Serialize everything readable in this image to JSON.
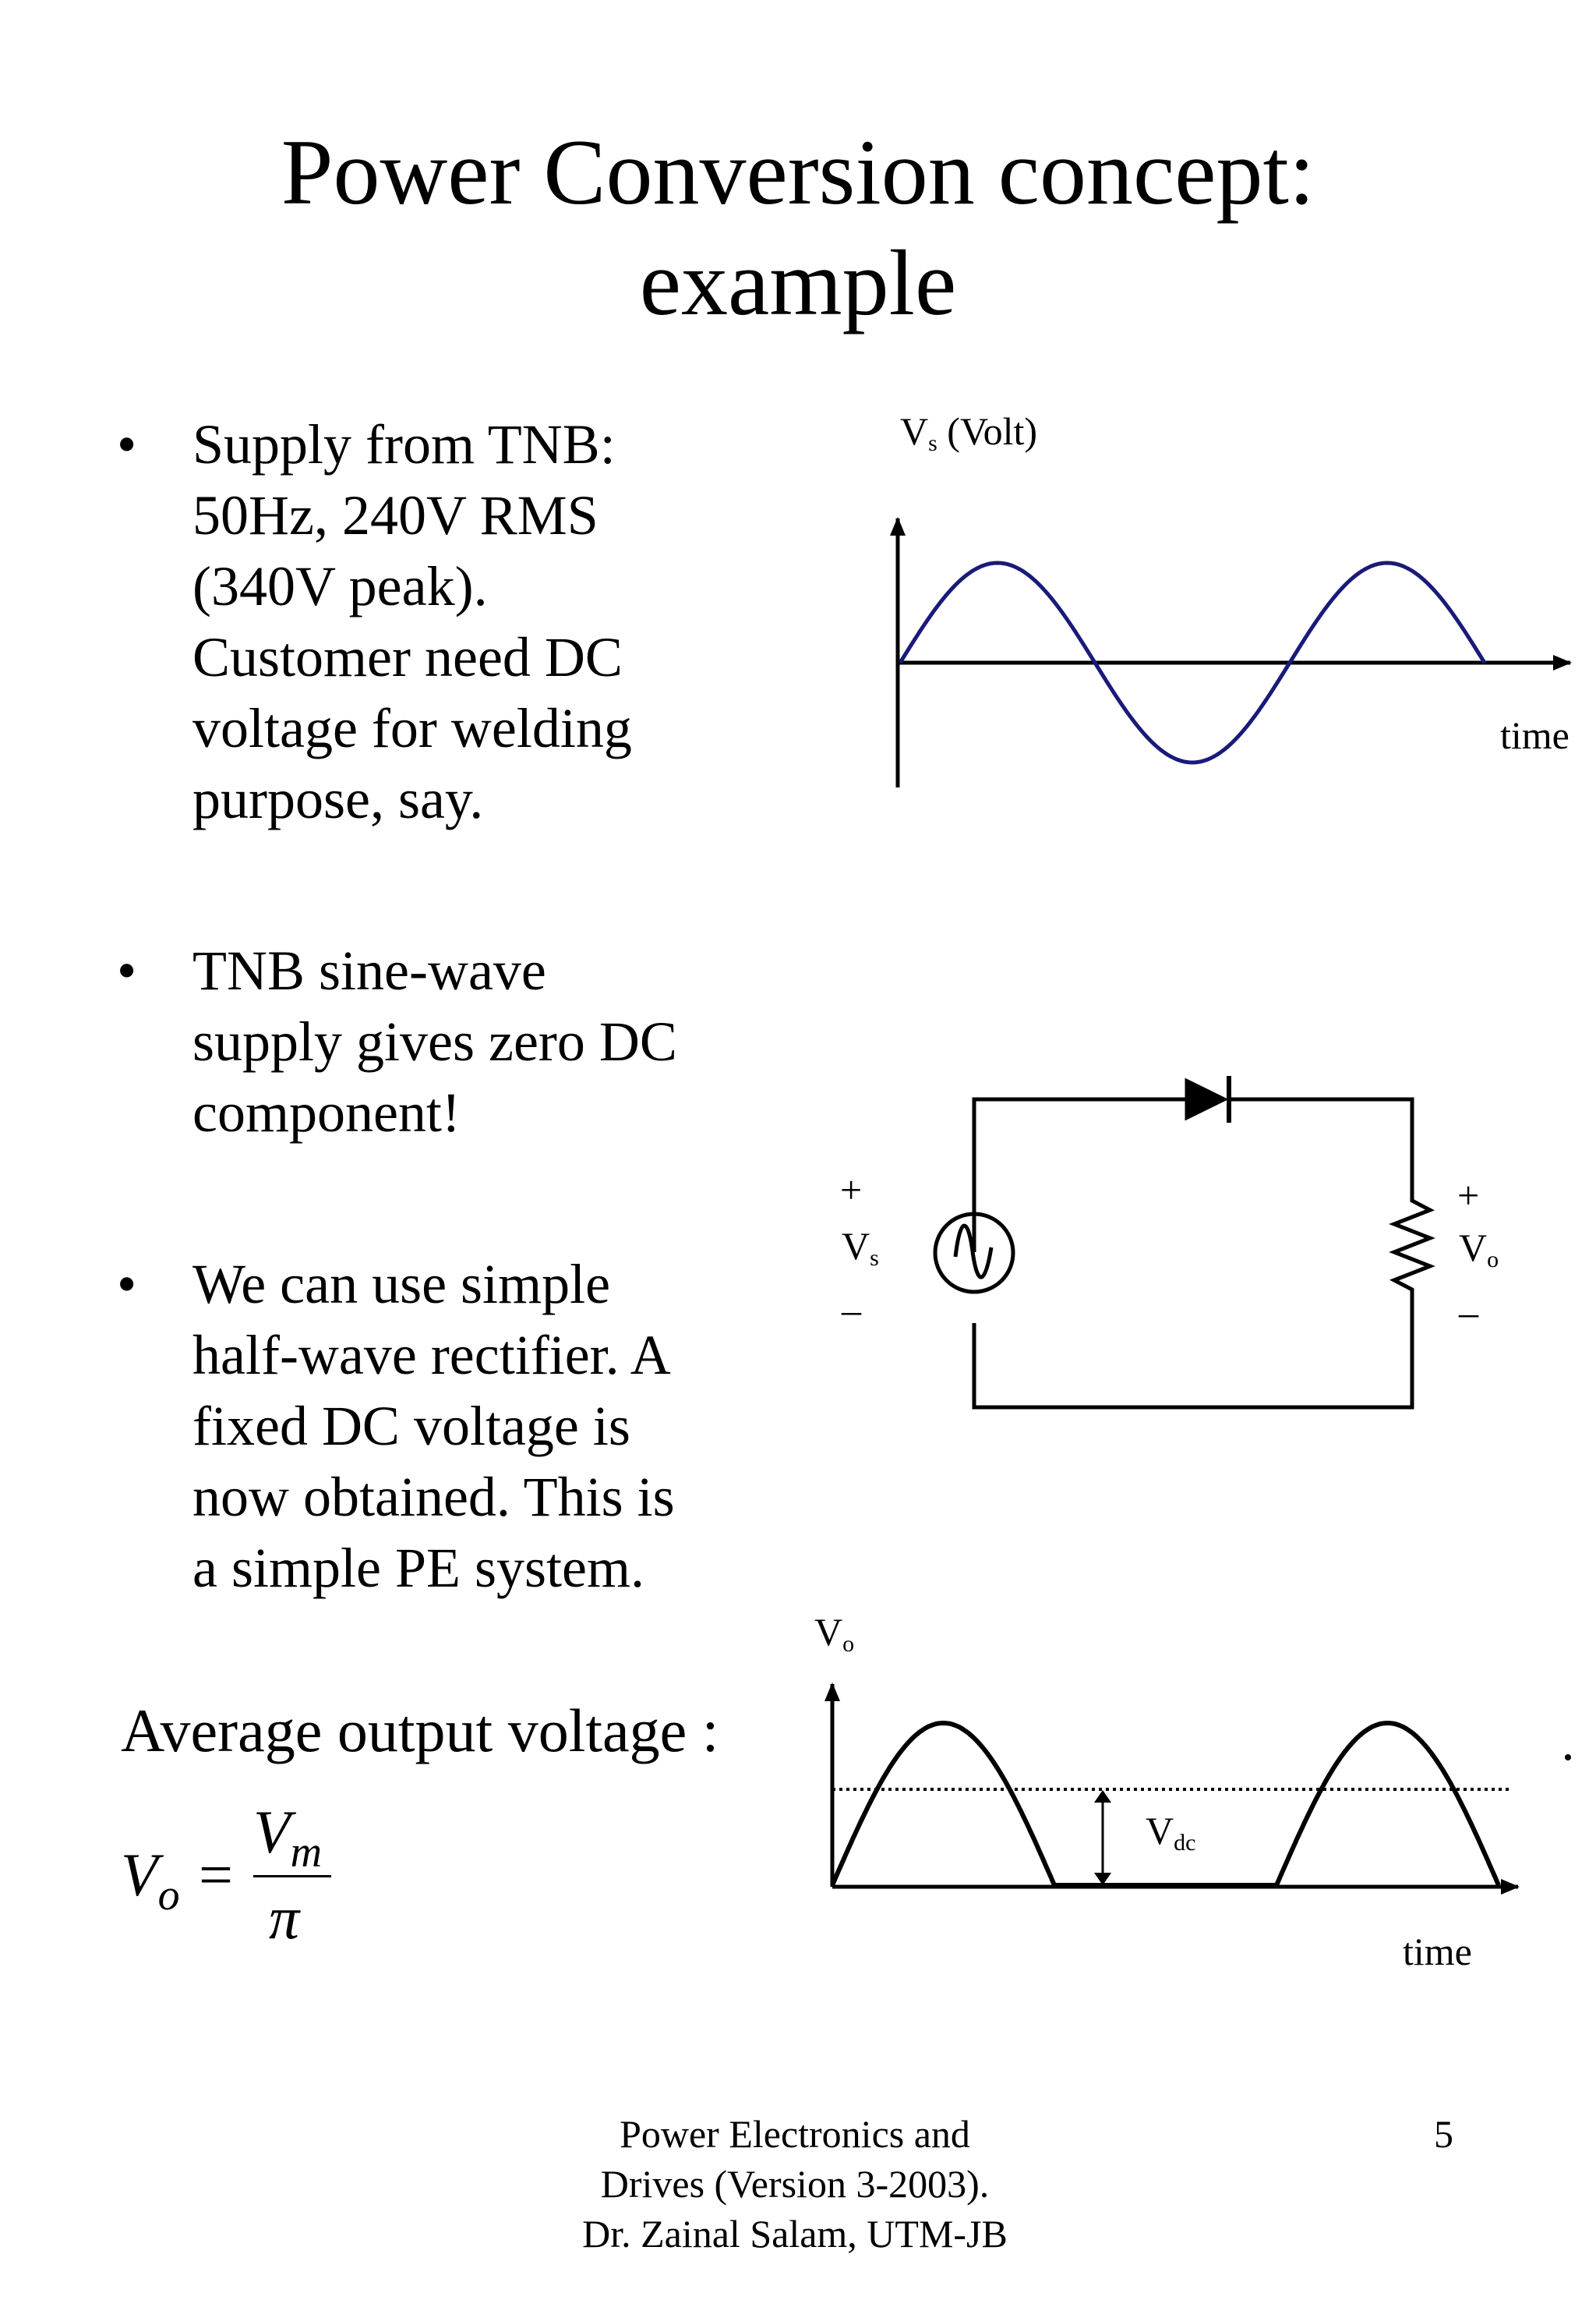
{
  "slide": {
    "title_line1": "Power Conversion concept:",
    "title_line2": "example",
    "bullet_marker": "•",
    "bullets": [
      "Supply from TNB:\n50Hz, 240V RMS\n(340V peak).\nCustomer need DC\nvoltage for welding\npurpose, say.",
      "TNB sine-wave\nsupply gives zero DC\ncomponent!",
      "We can use simple\nhalf-wave rectifier. A\nfixed DC voltage is\nnow obtained. This is\na  simple PE system."
    ],
    "formula": {
      "caption": "Average output voltage :",
      "lhs_symbol": "V",
      "lhs_sub": "o",
      "equals": "=",
      "num_symbol": "V",
      "num_sub": "m",
      "den": "π"
    },
    "footer": "Power Electronics and\nDrives (Version 3-2003).\nDr. Zainal Salam, UTM-JB",
    "page_number": "5"
  },
  "supply_plot": {
    "ylabel_symbol": "V",
    "ylabel_sub": "s",
    "ylabel_unit": "(Volt)",
    "xlabel": "time",
    "cycles": 1.5,
    "curve_color": "#1a1a7a"
  },
  "circuit": {
    "source_plus": "+",
    "source_symbol": "V",
    "source_sub": "s",
    "source_minus": "–",
    "load_plus": "+",
    "load_symbol": "V",
    "load_sub": "o",
    "load_minus": "–"
  },
  "output_plot": {
    "ylabel_symbol": "V",
    "ylabel_sub": "o",
    "xlabel": "time",
    "dc_label_symbol": "V",
    "dc_label_sub": "dc",
    "pulses": 2
  }
}
